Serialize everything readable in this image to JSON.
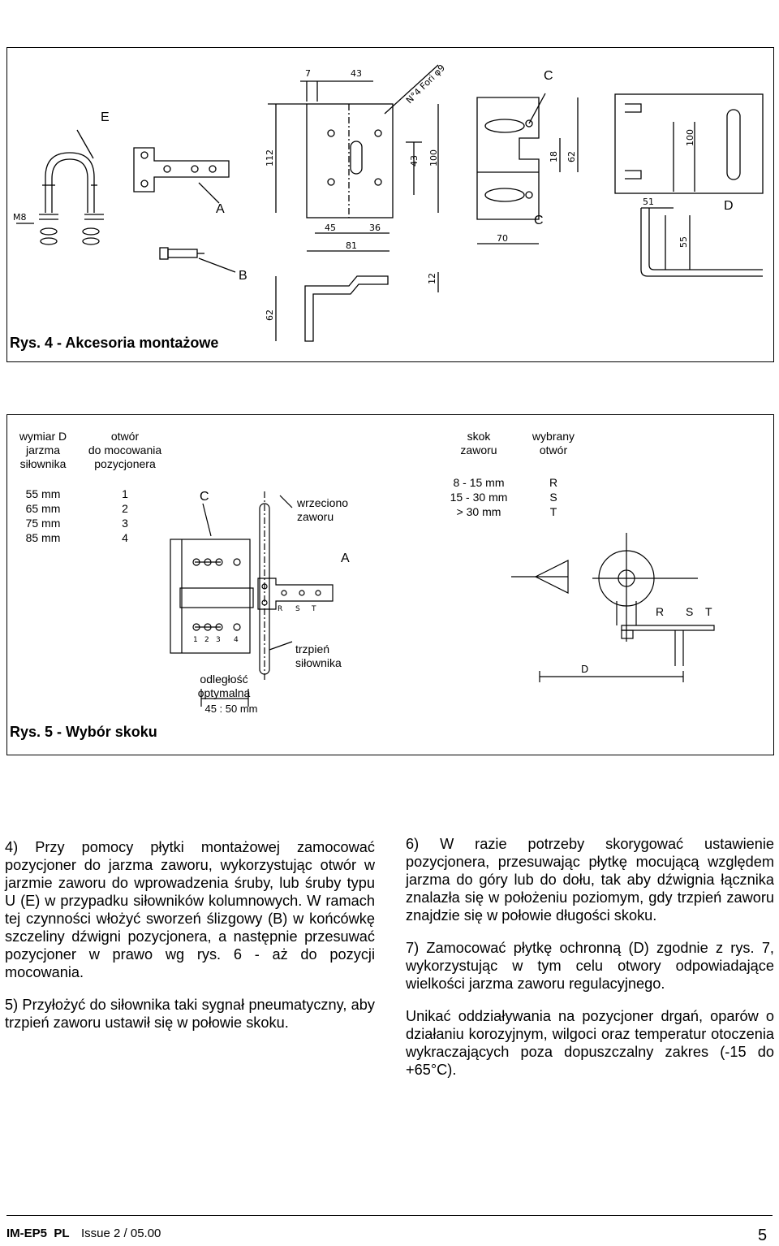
{
  "fig4": {
    "caption": "Rys. 4 - Akcesoria montażowe",
    "labels": {
      "E": "E",
      "A": "A",
      "B": "B",
      "C_top": "C",
      "C_mid": "C",
      "D": "D"
    },
    "dims": [
      "7",
      "43",
      "N°4 Fori φ9",
      "112",
      "43",
      "100",
      "45",
      "36",
      "81",
      "12",
      "62",
      "18",
      "62",
      "100",
      "51",
      "55",
      "70",
      "M8"
    ]
  },
  "fig5": {
    "caption": "Rys. 5 - Wybór skoku",
    "table1": {
      "header_col1": "wymiar D\njarzma\nsiłownika",
      "header_col2": "otwór\ndo mocowania\npozycjonera",
      "rows": [
        [
          "55 mm",
          "1"
        ],
        [
          "65 mm",
          "2"
        ],
        [
          "75 mm",
          "3"
        ],
        [
          "85 mm",
          "4"
        ]
      ]
    },
    "table2": {
      "header_col1": "skok\nzaworu",
      "header_col2": "wybrany\notwór",
      "rows": [
        [
          "8 - 15 mm",
          "R"
        ],
        [
          "15 - 30 mm",
          "S"
        ],
        [
          "> 30 mm",
          "T"
        ]
      ]
    },
    "label_C": "C",
    "label_A": "A",
    "label_spindle": "wrzeciono\nzaworu",
    "label_stem": "trzpień\nsiłownika",
    "label_distance": "odległość\noptymalna",
    "label_distance_value": "45 : 50 mm",
    "label_R": "R",
    "label_S": "S",
    "label_T": "T",
    "label_D": "D",
    "holes_small": [
      "1",
      "2",
      "3",
      "4"
    ],
    "rst_small": [
      "R",
      "S",
      "T"
    ]
  },
  "text": {
    "left": [
      "4) Przy pomocy płytki montażowej zamocować pozycjoner do jarzma zaworu, wykorzystując otwór w jarzmie zaworu do wprowadzenia śruby, lub śruby typu U (E) w przypadku siłowników kolumnowych. W ramach tej czynności włożyć sworzeń ślizgowy (B) w końcówkę szczeliny dźwigni pozycjonera, a następnie przesuwać pozycjoner w prawo wg rys. 6 - aż do pozycji mocowania.",
      "5) Przyłożyć do siłownika taki sygnał pneumatyczny, aby trzpień zaworu ustawił się w połowie skoku."
    ],
    "right": [
      "6) W razie potrzeby skorygować ustawienie pozycjonera, przesuwając płytkę mocującą względem jarzma do góry lub do dołu, tak aby dźwignia łącznika znalazła się w położeniu poziomym, gdy trzpień zaworu znajdzie się w połowie długości skoku.",
      "7) Zamocować płytkę ochronną (D) zgodnie z rys. 7, wykorzystując w tym celu otwory odpowiadające wielkości jarzma zaworu regulacyjnego.",
      "Unikać oddziaływania na pozycjoner drgań, oparów o działaniu korozyjnym, wilgoci oraz temperatur otoczenia wykraczających poza dopuszczalny zakres (-15 do +65°C)."
    ]
  },
  "footer": {
    "doc_id": "IM-EP5  PL",
    "issue": "Issue 2 / 05.00",
    "page": "5"
  }
}
